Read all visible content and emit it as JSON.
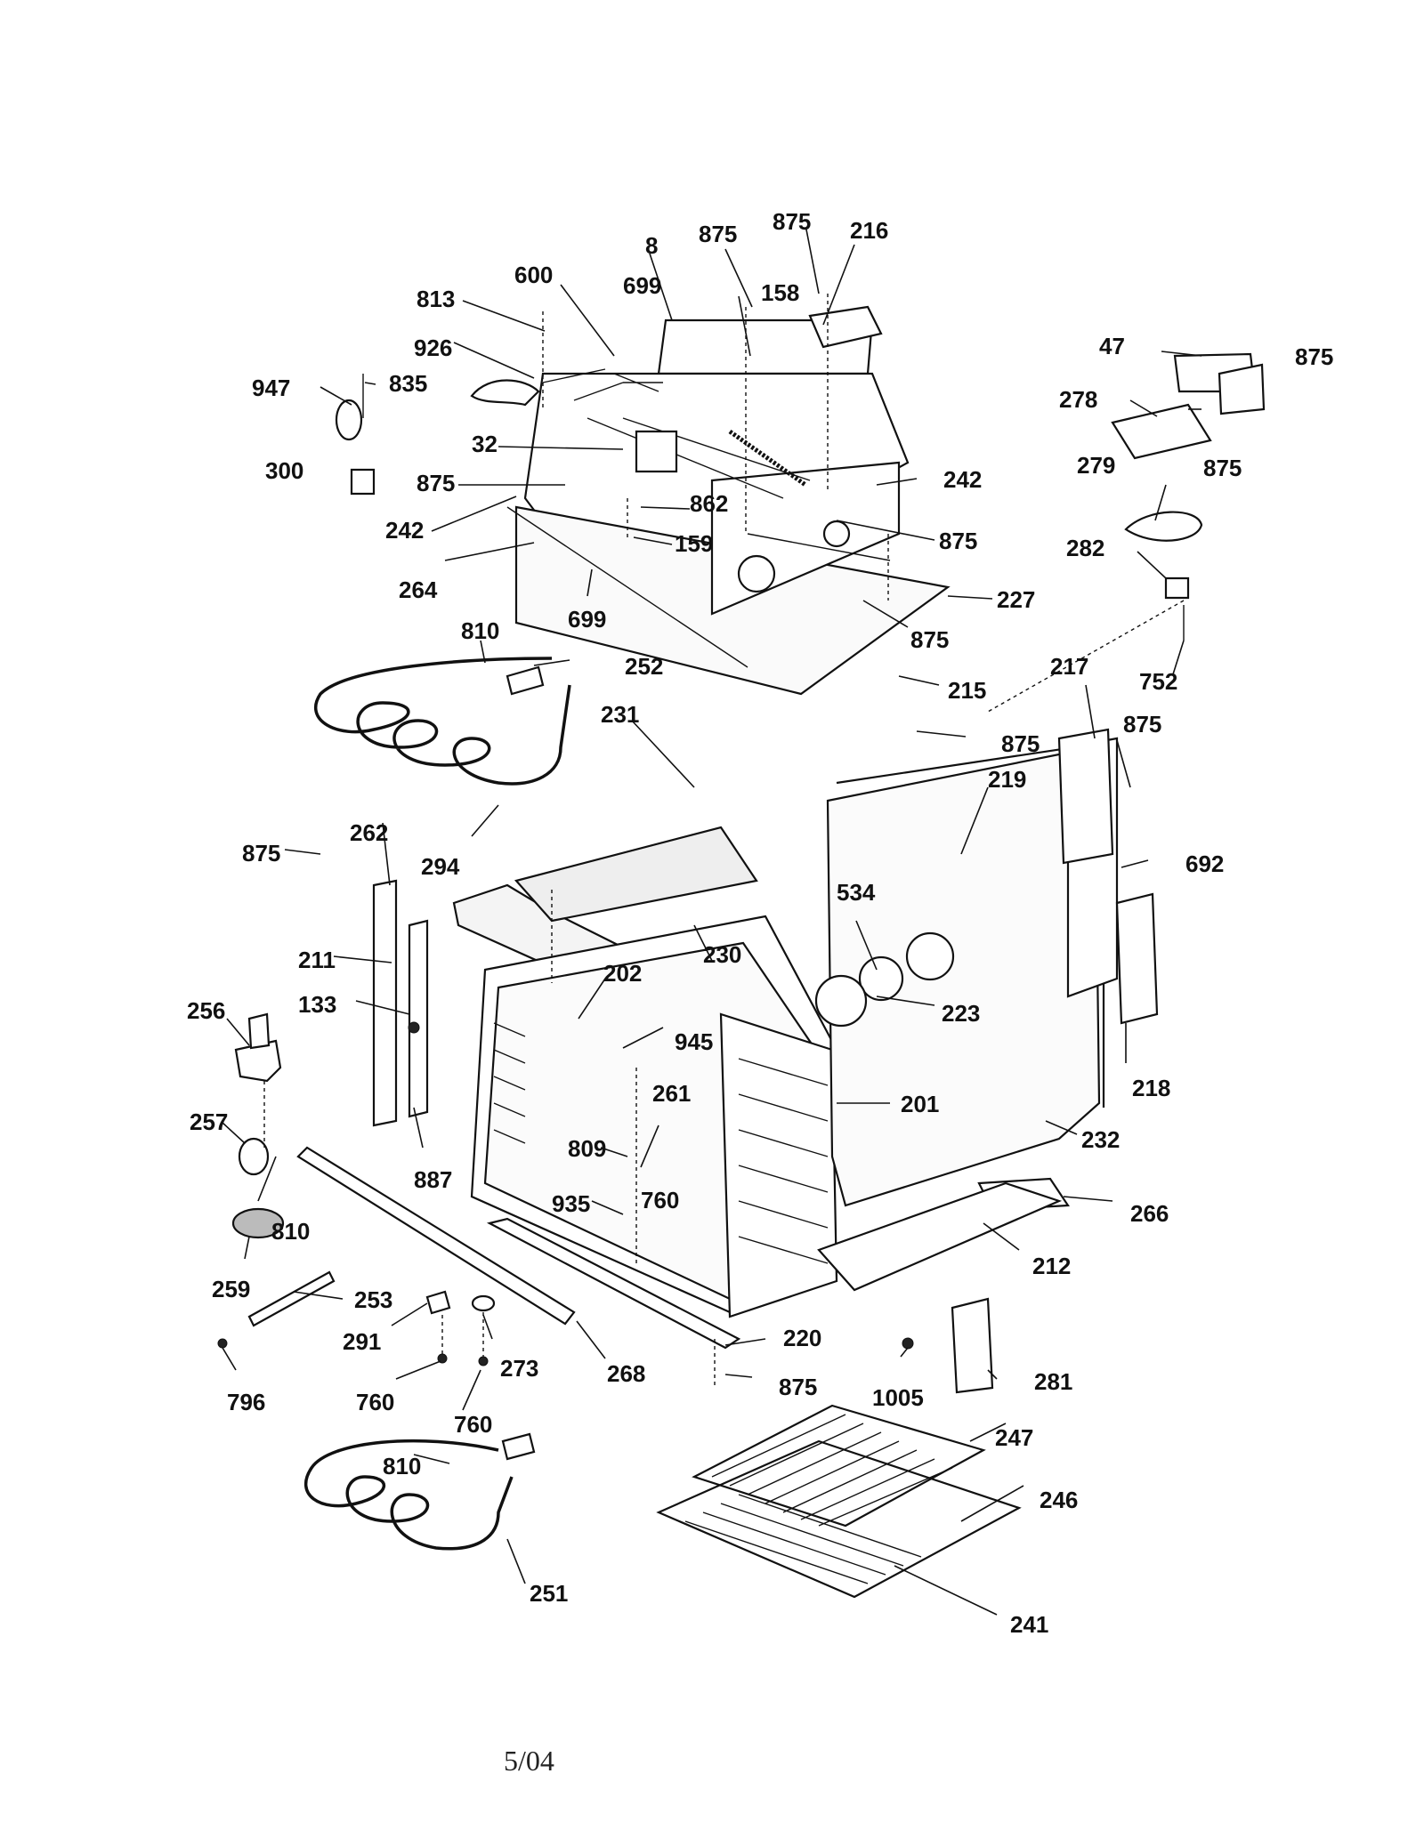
{
  "diagram": {
    "footer": "5/04",
    "labels": [
      "813",
      "600",
      "699",
      "8",
      "875",
      "875",
      "216",
      "158",
      "926",
      "947",
      "835",
      "32",
      "875",
      "242",
      "862",
      "300",
      "242",
      "159",
      "264",
      "699",
      "875",
      "227",
      "875",
      "47",
      "875",
      "278",
      "875",
      "279",
      "282",
      "752",
      "810",
      "252",
      "215",
      "875",
      "217",
      "875",
      "231",
      "219",
      "294",
      "875",
      "262",
      "692",
      "534",
      "230",
      "211",
      "202",
      "256",
      "133",
      "223",
      "945",
      "261",
      "201",
      "218",
      "232",
      "257",
      "887",
      "809",
      "760",
      "935",
      "810",
      "266",
      "212",
      "259",
      "253",
      "291",
      "273",
      "268",
      "220",
      "875",
      "1005",
      "281",
      "796",
      "760",
      "760",
      "247",
      "810",
      "246",
      "251",
      "241"
    ]
  }
}
